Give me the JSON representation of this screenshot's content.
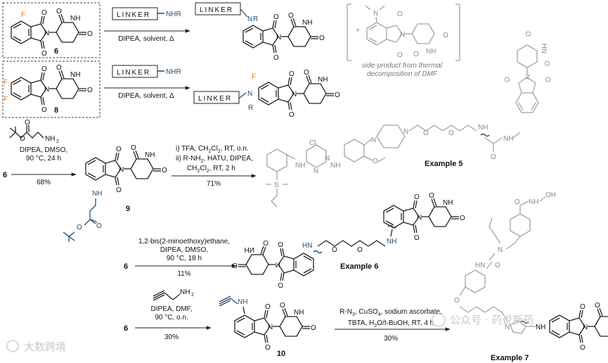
{
  "row1": {
    "compound_number": "6",
    "fluoro": "F",
    "linker": "LINKER",
    "reagent_nhr": "NHR",
    "conditions": "DIPEA, solvent, Δ",
    "product_linker": "LINKER",
    "product_nr": "N",
    "product_r": "R",
    "side_product_caption_1": "side-product from thermal",
    "side_product_caption_2": "decomposition of DMF",
    "side_product_n": "N",
    "plus": "+"
  },
  "row2": {
    "compound_number": "8",
    "fluoro_a": "F",
    "fluoro_b": "F",
    "linker": "LINKER",
    "reagent_nhr": "NHR",
    "conditions": "DIPEA, solvent, Δ",
    "product_linker": "LINKER",
    "product_fluoro": "F",
    "product_n": "N",
    "product_r": "R"
  },
  "row3": {
    "start": "6",
    "reagent_nh2": "NH",
    "reagent_nh2_sub": "2",
    "cond_1": "DIPEA, DMSO,",
    "cond_2": "90 °C, 24 h",
    "yield_1": "68%",
    "compound_9": "9",
    "nh_label": "NH",
    "step_i": "i)  TFA, CH",
    "step_i_tail": "Cl",
    "step_i_end": ", RT, o.n.",
    "step_ii": "ii) R-NH",
    "step_ii_tail": ", HATU, DIPEA,",
    "step_ii_2": "CH",
    "step_ii_2_tail": "Cl",
    "step_ii_2_end": ", RT, 2 h",
    "yield_2": "71%",
    "example": "Example 5",
    "cl": "Cl",
    "so2": "S",
    "methoxy_o": "O",
    "nh_amide": "NH",
    "n_pip": "N"
  },
  "row4": {
    "start": "6",
    "cond_1": "1,2-bis(2-minoethoxy)ethane,",
    "cond_2": "DIPEA, DMSO,",
    "cond_3": "90 °C, 18 h",
    "yield": "11%",
    "example": "Example 6",
    "hn": "HN",
    "nh": "NH"
  },
  "row5": {
    "start": "6",
    "reagent_nh2": "NH",
    "reagent_nh2_sub": "2",
    "cond_1": "DIPEA, DMF,",
    "cond_2": "90 °C, o.n.",
    "yield_1": "30%",
    "compound_10": "10",
    "nh_label": "NH",
    "cond_b_1": "R-N",
    "cond_b_1_sub": "3",
    "cond_b_1_tail": ", CuSO",
    "cond_b_1_sub2": "4",
    "cond_b_1_end": ", sodium ascorbate,",
    "cond_b_2": "TBTA, H",
    "cond_b_2_sub": "2",
    "cond_b_2_tail": "O/t-BuOH, RT, 4 h",
    "yield_2": "30%",
    "example": "Example 7",
    "oh": "OH",
    "nh_hydroxamic": "NH",
    "triazole_n": "N",
    "hn_urea": "HN",
    "o_ether": "O"
  },
  "watermarks": {
    "left": "大数跨境",
    "right": "公众号 · 药说新药"
  },
  "colors": {
    "fluorine": "#d9782a",
    "linker_amine": "#1f4e79",
    "side_product": "#8a8a8a"
  }
}
